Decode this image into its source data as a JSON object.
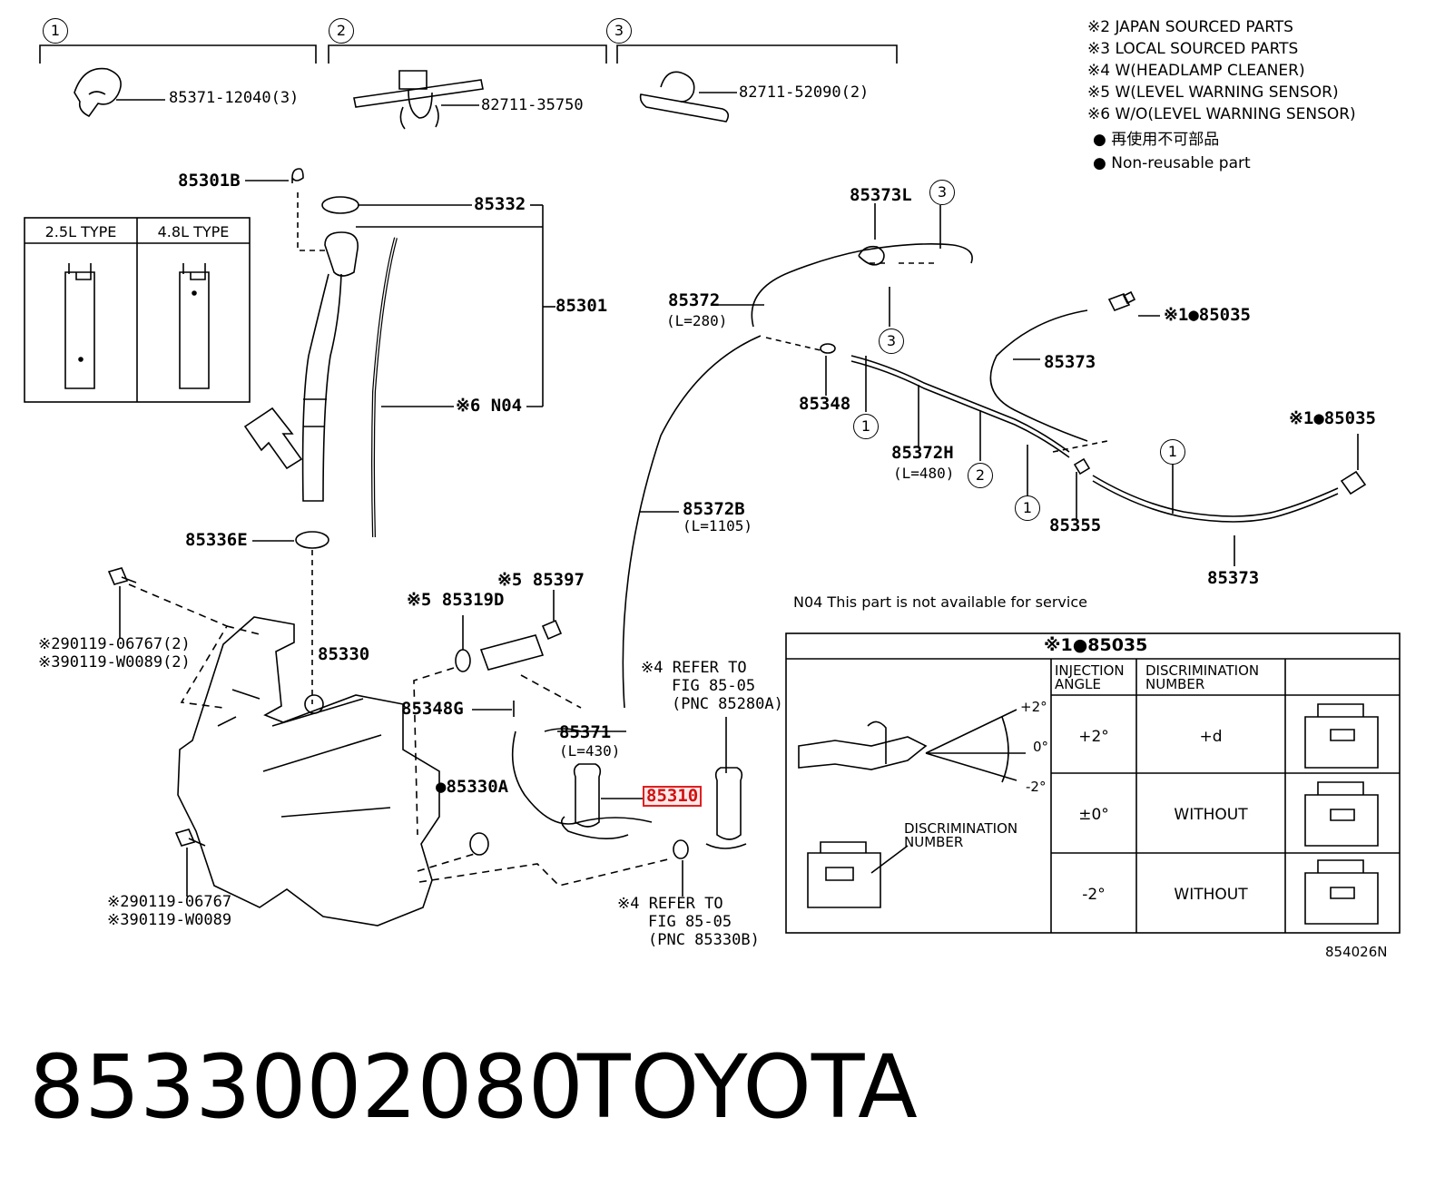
{
  "groups": [
    {
      "num": "1",
      "part": "85371-12040(3)"
    },
    {
      "num": "2",
      "part": "82711-35750"
    },
    {
      "num": "3",
      "part": "82711-52090(2)"
    }
  ],
  "notes": [
    "※2 JAPAN SOURCED PARTS",
    "※3 LOCAL SOURCED PARTS",
    "※4 W(HEADLAMP CLEANER)",
    "※5 W(LEVEL WARNING SENSOR)",
    "※6 W/O(LEVEL WARNING SENSOR)"
  ],
  "legend": {
    "jp": "再使用不可部品",
    "en": "Non-reusable part"
  },
  "type_box": {
    "col1": "2.5L TYPE",
    "col2": "4.8L TYPE"
  },
  "labels": {
    "p85301B": "85301B",
    "p85332": "85332",
    "p85301": "85301",
    "n04": "※6 N04",
    "p85336E": "85336E",
    "bolt1a": "※290119-06767(2)",
    "bolt1b": "※390119-W0089(2)",
    "p85330": "85330",
    "bolt2a": "※290119-06767",
    "bolt2b": "※390119-W0089",
    "p85319D": "※5 85319D",
    "p85397": "※5 85397",
    "p85348G": "85348G",
    "p85371": "85371",
    "p85371L": "(L=430)",
    "p85330A": "●85330A",
    "p85310": "85310",
    "ref1a": "※4 REFER TO",
    "ref1b": "FIG 85-05",
    "ref1c": "(PNC 85280A)",
    "ref2a": "※4 REFER TO",
    "ref2b": "FIG 85-05",
    "ref2c": "(PNC 85330B)",
    "p85373L": "85373L",
    "p85372": "85372",
    "p85372L": "(L=280)",
    "p85348": "85348",
    "p85372H": "85372H",
    "p85372HL": "(L=480)",
    "p85372B": "85372B",
    "p85372BL": "(L=1105)",
    "p85035a": "※1●85035",
    "p85373a": "85373",
    "p85035b": "※1●85035",
    "p85355": "85355",
    "p85373b": "85373",
    "n04note": "N04  This part is not available for service",
    "diagram_code": "854026N"
  },
  "table": {
    "title": "※1●85035",
    "col_angle": "INJECTION ANGLE",
    "col_disc": "DISCRIMINATION NUMBER",
    "rows": [
      {
        "angle": "+2°",
        "disc": "+d"
      },
      {
        "angle": "±0°",
        "disc": "WITHOUT"
      },
      {
        "angle": "-2°",
        "disc": "WITHOUT"
      }
    ],
    "angle_plus": "+2°",
    "angle_zero": "0°",
    "angle_minus": "-2°",
    "disc_label": "DISCRIMINATION NUMBER"
  },
  "footer": {
    "part_number": "8533002080",
    "brand": "TOYOTA"
  },
  "colors": {
    "highlight": "#e02020"
  }
}
